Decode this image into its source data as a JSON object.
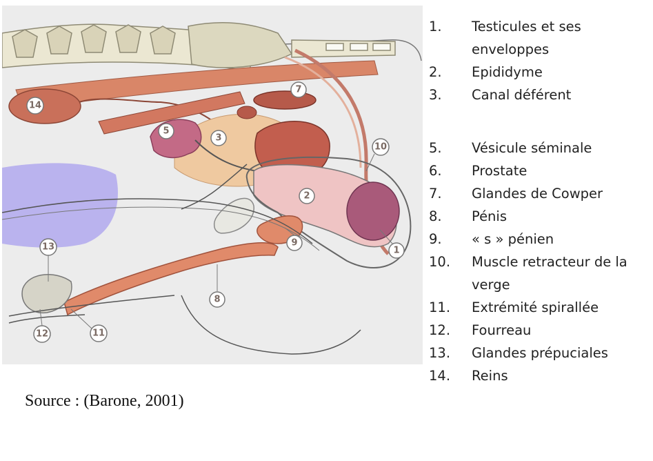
{
  "figure": {
    "callouts": [
      "1",
      "2",
      "3",
      "5",
      "7",
      "8",
      "9",
      "10",
      "11",
      "12",
      "13",
      "14"
    ]
  },
  "caption": "Source : (Barone, 2001)",
  "legend": [
    {
      "num": "1.",
      "text": "Testicules et ses enveloppes"
    },
    {
      "num": "2.",
      "text": "Epididyme"
    },
    {
      "num": "3.",
      "text": "Canal déférent"
    },
    {
      "num": "5.",
      "text": "Vésicule séminale"
    },
    {
      "num": "6.",
      "text": "Prostate"
    },
    {
      "num": "7.",
      "text": "Glandes de Cowper"
    },
    {
      "num": "8.",
      "text": "Pénis"
    },
    {
      "num": "9.",
      "text": "« s » pénien"
    },
    {
      "num": "10.",
      "text": "Muscle retracteur de la verge"
    },
    {
      "num": "11.",
      "text": "Extrémité spirallée"
    },
    {
      "num": "12.",
      "text": "Fourreau"
    },
    {
      "num": "13.",
      "text": "Glandes prépuciales"
    },
    {
      "num": "14.",
      "text": "Reins"
    }
  ]
}
